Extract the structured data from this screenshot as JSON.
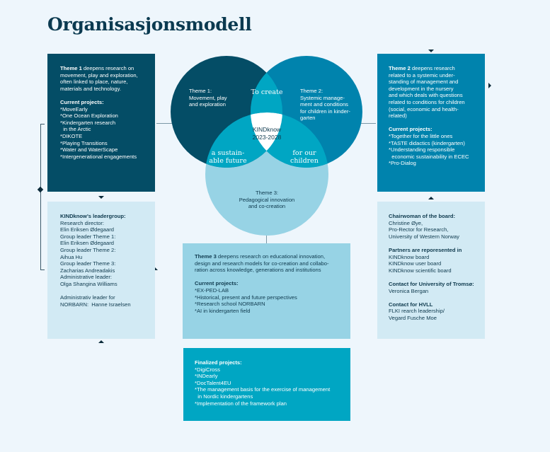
{
  "title": "Organisasjonsmodell",
  "colors": {
    "background": "#eef6fc",
    "theme1": "#044d66",
    "theme2": "#0083ad",
    "overlap": "#00a6c3",
    "theme3": "#97d3e5",
    "pale_box": "#d2eaf4",
    "center": "#ffffff",
    "title": "#0b3a50"
  },
  "venn": {
    "theme1_label": "Theme 1:\nMovement, play\nand exploration",
    "theme2_label": "Theme 2:\nSystemic manage-\nment and conditions\nfor children in kinder-\ngarten",
    "theme3_label": "Theme 3:\nPedagogical innovation\nand co-creation",
    "top_overlap": "To create",
    "left_overlap": "a sustain-\nable future",
    "right_overlap": "for our\nchildren",
    "center_name": "KINDknow",
    "center_years": "2023-2028"
  },
  "theme1_box": {
    "intro_bold": "Theme 1",
    "intro_rest": " deepens research on\nmovement, play and exploration,\noften linked to place, nature,\nmaterials and technology.",
    "projects_heading": "Current projects:",
    "projects": [
      "*MoveEarly",
      "*One Ocean Exploration",
      "*Kindergarten research\n  in the Arctic",
      "*DIKOTE",
      "*Playing Transitions",
      "*Water and WaterScape",
      "*Intergenerational engagements"
    ]
  },
  "leader_box": {
    "heading": "KINDknow's leadergroup:",
    "lines": [
      "Research director:",
      "Elin Eriksen Ødegaard",
      "Group leader Theme 1:",
      "Elin Eriksen Ødegaard",
      "Group leader Theme 2:",
      "Aihua Hu",
      "Group leader Theme 3:",
      "Zacharias Andreadakis",
      "Administrative leader:",
      "Olga Shangina Williams"
    ],
    "admin_norbarn": "Administrativ leader for\nNORBARN:  Hanne Israelsen"
  },
  "theme2_box": {
    "intro_bold": "Theme 2",
    "intro_rest": " deepens research\nrelated to a systemic under-\nstanding of management and\ndevelopment in the nursery\nand which deals with questions\nrelated to conditions for children\n(social, economic and health-\nrelated)",
    "projects_heading": "Current projects:",
    "projects": [
      "*Together for the little ones",
      "*TASTE didactics (kindergarten)",
      "*Understanding responsible\n  economic sustainability in ECEC",
      "*Pro-Dialog"
    ]
  },
  "board_box": {
    "chair_heading": "Chairwoman of the board:",
    "chair_text": "Christine Øye,\nPro-Rector for Research,\nUniversity of Western Norway",
    "partners_heading": "Partners are reporesented in",
    "partners_text": "KINDknow board\nKINDknow user board\nKINDknow scientific board",
    "tromso_heading": "Contact for University of Tromsø:",
    "tromso_text": "Veronica Bergan",
    "hvll_heading": "Contact for HVLL",
    "hvll_text": "FLKI rearch leadership/\nVegard Fusche Moe"
  },
  "theme3_box": {
    "intro_bold": "Theme 3",
    "intro_rest": " deepens research on educational innovation,\ndesign and research models for co-creation and collabo-\nration across knowledge, generations and institutions",
    "projects_heading": "Current projects:",
    "projects": [
      "*EX-PED-LAB",
      "*Historical, present and future perspectives",
      "*Research school NORBARN",
      "*AI in kindergarten field"
    ]
  },
  "finalized_box": {
    "heading": "Finalized projects:",
    "projects": [
      "*DigiCross",
      "*INDearly",
      "*DocTalent4EU",
      "*The management basis for the exercise of management\n  in Nordic kindergartens",
      "*Implementation of the framework plan"
    ]
  }
}
